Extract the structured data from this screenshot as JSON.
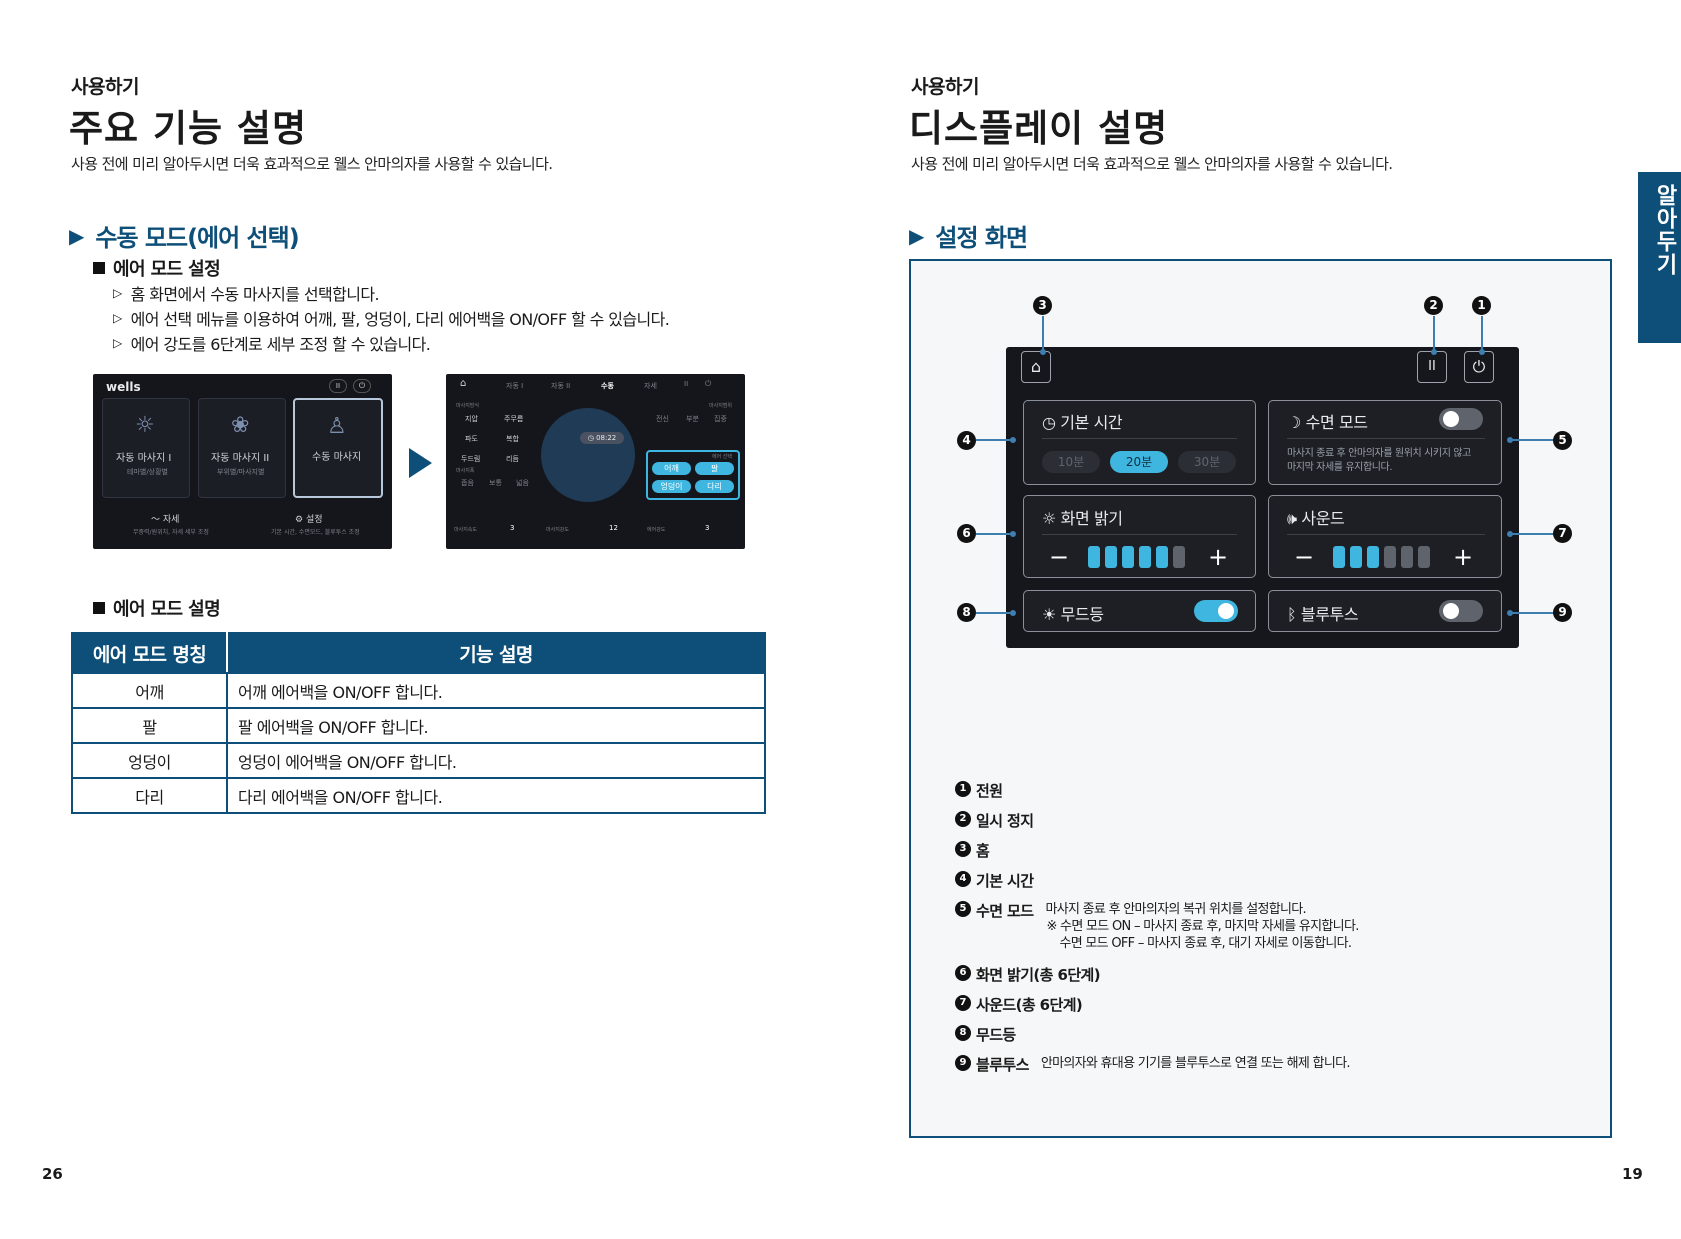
{
  "left": {
    "kicker": "사용하기",
    "title": "주요 기능 설명",
    "intro": "사용 전에 미리 알아두시면 더욱 효과적으로 웰스 안마의자를 사용할 수 있습니다.",
    "section": "수동 모드(에어 선택)",
    "sub1": "에어 모드 설정",
    "bullets": [
      "홈 화면에서 수동 마사지를 선택합니다.",
      "에어 선택 메뉴를 이용하여 어깨, 팔, 엉덩이, 다리 에어백을 ON/OFF 할 수 있습니다.",
      "에어 강도를 6단계로 세부 조정 할 수 있습니다."
    ],
    "shot1": {
      "brand": "wells",
      "cards": [
        {
          "label": "자동 마사지 I",
          "sub": "테마별/상황별"
        },
        {
          "label": "자동 마사지 II",
          "sub": "부위별/마사지별"
        },
        {
          "label": "수동 마사지",
          "sub": ""
        }
      ],
      "bottom": [
        {
          "label": "자세",
          "sub": "무중력/원위치, 자세 세부 조정"
        },
        {
          "label": "설정",
          "sub": "기본 시간, 수면모드, 블루투스 조정"
        }
      ]
    },
    "shot2": {
      "tabs": [
        "자동 I",
        "자동 II",
        "수동",
        "자세"
      ],
      "method_label": "마사지방식",
      "methods": [
        "지압",
        "주무름",
        "파도",
        "복합",
        "두드림",
        "리듬"
      ],
      "speed_label": "마사지폭",
      "widths": [
        "좁음",
        "보통",
        "넓음"
      ],
      "timer": "08:22",
      "range_label": "마사지범위",
      "ranges": [
        "전신",
        "부분",
        "집중"
      ],
      "air_label": "에어 선택",
      "air_buttons": [
        "어깨",
        "팔",
        "엉덩이",
        "다리"
      ],
      "bottom_labels": [
        "마사지속도",
        "마사지강도",
        "에어강도"
      ],
      "bottom_values": [
        "3",
        "12",
        "3"
      ]
    },
    "sub2": "에어 모드 설명",
    "table": {
      "headers": [
        "에어 모드 명칭",
        "기능 설명"
      ],
      "rows": [
        [
          "어깨",
          "어깨 에어백을 ON/OFF 합니다."
        ],
        [
          "팔",
          "팔 에어백을  ON/OFF 합니다."
        ],
        [
          "엉덩이",
          "엉덩이 에어백을 ON/OFF 합니다."
        ],
        [
          "다리",
          "다리 에어백을 ON/OFF 합니다."
        ]
      ]
    },
    "page_number": "26"
  },
  "right": {
    "kicker": "사용하기",
    "title": "디스플레이 설명",
    "intro": "사용 전에 미리 알아두시면 더욱 효과적으로 웰스 안마의자를 사용할 수 있습니다.",
    "section": "설정 화면",
    "side_tab": "알아두기",
    "display": {
      "basic_time": {
        "title": "기본 시간",
        "options": [
          "10분",
          "20분",
          "30분"
        ],
        "selected": "20분"
      },
      "sleep_mode": {
        "title": "수면 모드",
        "desc_line1": "마사지 종료 후 안마의자를 원위치 시키지 않고",
        "desc_line2": "마지막 자세를 유지합니다.",
        "enabled": false
      },
      "brightness": {
        "title": "화면 밝기",
        "level": 5,
        "max": 6
      },
      "sound": {
        "title": "사운드",
        "level": 3,
        "max": 6
      },
      "mood_light": {
        "title": "무드등",
        "enabled": true
      },
      "bluetooth": {
        "title": "블루투스",
        "enabled": false
      }
    },
    "callouts": [
      "3",
      "2",
      "1",
      "4",
      "5",
      "6",
      "7",
      "8",
      "9"
    ],
    "legend": [
      {
        "num": "1",
        "title": "전원",
        "desc": ""
      },
      {
        "num": "2",
        "title": "일시 정지",
        "desc": ""
      },
      {
        "num": "3",
        "title": "홈",
        "desc": ""
      },
      {
        "num": "4",
        "title": "기본 시간",
        "desc": ""
      },
      {
        "num": "5",
        "title": "수면 모드",
        "desc": "마사지 종료 후 안마의자의 복귀 위치를 설정합니다.",
        "note1": "※ 수면 모드 ON – 마사지 종료 후, 마지막 자세를 유지합니다.",
        "note2": "수면 모드 OFF – 마사지 종료 후, 대기 자세로 이동합니다."
      },
      {
        "num": "6",
        "title": "화면 밝기(총 6단계)",
        "desc": ""
      },
      {
        "num": "7",
        "title": "사운드(총 6단계)",
        "desc": ""
      },
      {
        "num": "8",
        "title": "무드등",
        "desc": ""
      },
      {
        "num": "9",
        "title": "블루투스",
        "desc": "안마의자와 휴대용 기기를 블루투스로 연결 또는 해제 합니다."
      }
    ],
    "page_number": "19"
  },
  "colors": {
    "accent": "#0d4f78",
    "highlight": "#3fb6df",
    "panel": "#16171c"
  }
}
